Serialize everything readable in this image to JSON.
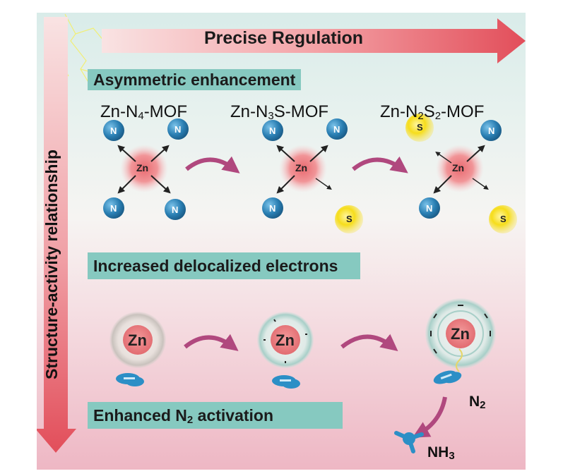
{
  "header": {
    "title": "Precise  Regulation"
  },
  "side": {
    "label": "Structure-activity relationship"
  },
  "sections": {
    "asymmetric": "Asymmetric enhancement",
    "delocalized": "Increased delocalized electrons",
    "activation_prefix": "Enhanced N",
    "activation_sub": "2",
    "activation_suffix": " activation"
  },
  "mofs": [
    {
      "prefix": "Zn-N",
      "sub1": "4",
      "mid": "",
      "sub2": "",
      "suffix": "-MOF"
    },
    {
      "prefix": "Zn-N",
      "sub1": "3",
      "mid": "S",
      "sub2": "",
      "suffix": "-MOF"
    },
    {
      "prefix": "Zn-N",
      "sub1": "2",
      "mid": "S",
      "sub2": "2",
      "suffix": "-MOF"
    }
  ],
  "atoms": {
    "zn": "Zn",
    "n": "N",
    "s": "S"
  },
  "molecules": {
    "n2_prefix": "N",
    "n2_sub": "2",
    "nh3_prefix": "NH",
    "nh3_sub": "3"
  },
  "colors": {
    "top_arrow": "#e8606a",
    "side_arrow": "#e8606a",
    "banner": "#86c9c0",
    "zn": "#e8757a",
    "n_atom": "#2a7fb3",
    "s_atom": "#f1d21a",
    "curved_arrow": "#b0487e"
  },
  "icons": [
    "lightning-icon",
    "curved-arrow-icon",
    "electron-cloud-icon"
  ]
}
